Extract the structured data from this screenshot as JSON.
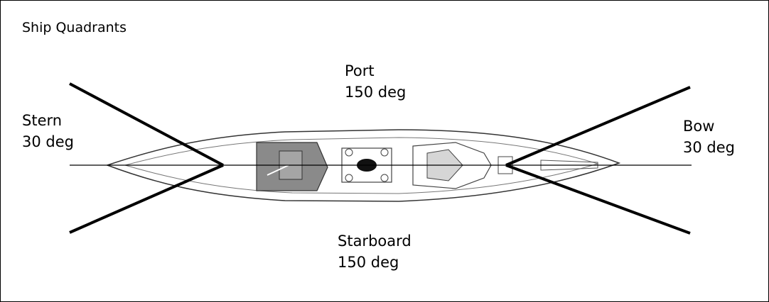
{
  "title": "Ship Quadrants",
  "labels": {
    "port": {
      "name": "Port",
      "angle": "150 deg"
    },
    "starboard": {
      "name": "Starboard",
      "angle": "150 deg"
    },
    "stern": {
      "name": "Stern",
      "angle": "30 deg"
    },
    "bow": {
      "name": "Bow",
      "angle": "30 deg"
    }
  }
}
